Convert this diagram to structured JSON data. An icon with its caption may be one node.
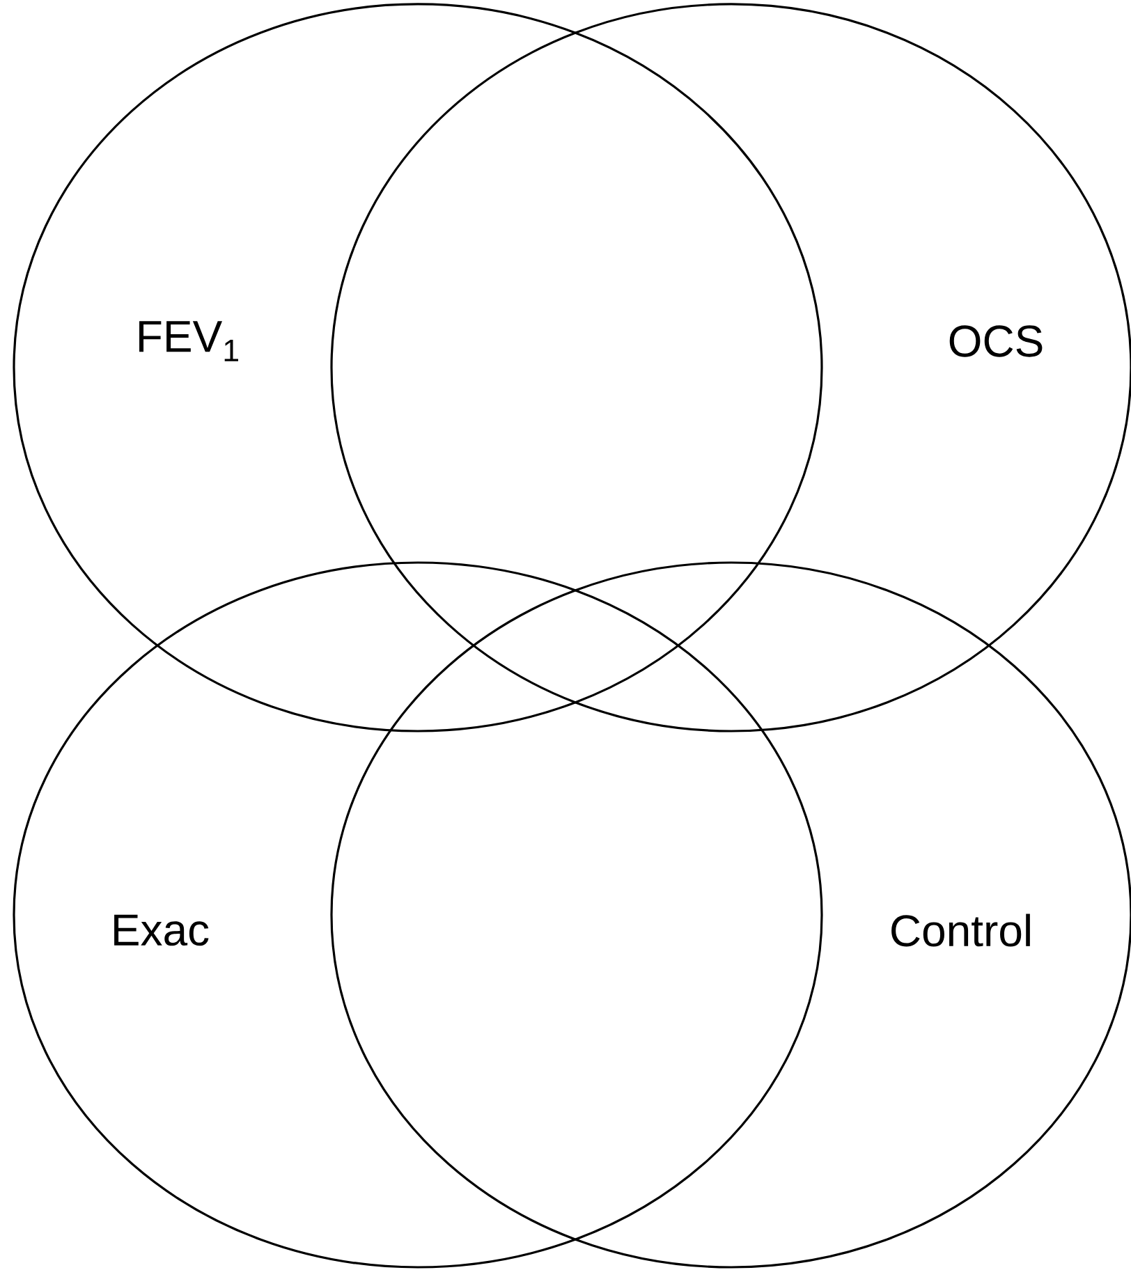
{
  "diagram": {
    "nodes": [
      {
        "text": [
          "FEV$_{1}$"
        ]
      },
      {
        "text": [
          "OCS"
        ]
      },
      {
        "text": [
          "Exac"
        ]
      },
      {
        "text": [
          "Control"
        ]
      }
    ]
  }
}
